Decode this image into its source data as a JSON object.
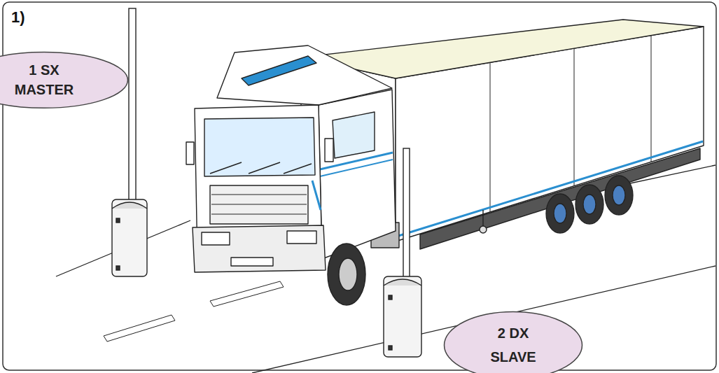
{
  "diagram": {
    "nodes": [
      {
        "text": [
          "1 SX MASTER"
        ]
      },
      {
        "text": [
          "2 DX SLAVE"
        ]
      }
    ],
    "labels": [
      "1)"
    ]
  }
}
